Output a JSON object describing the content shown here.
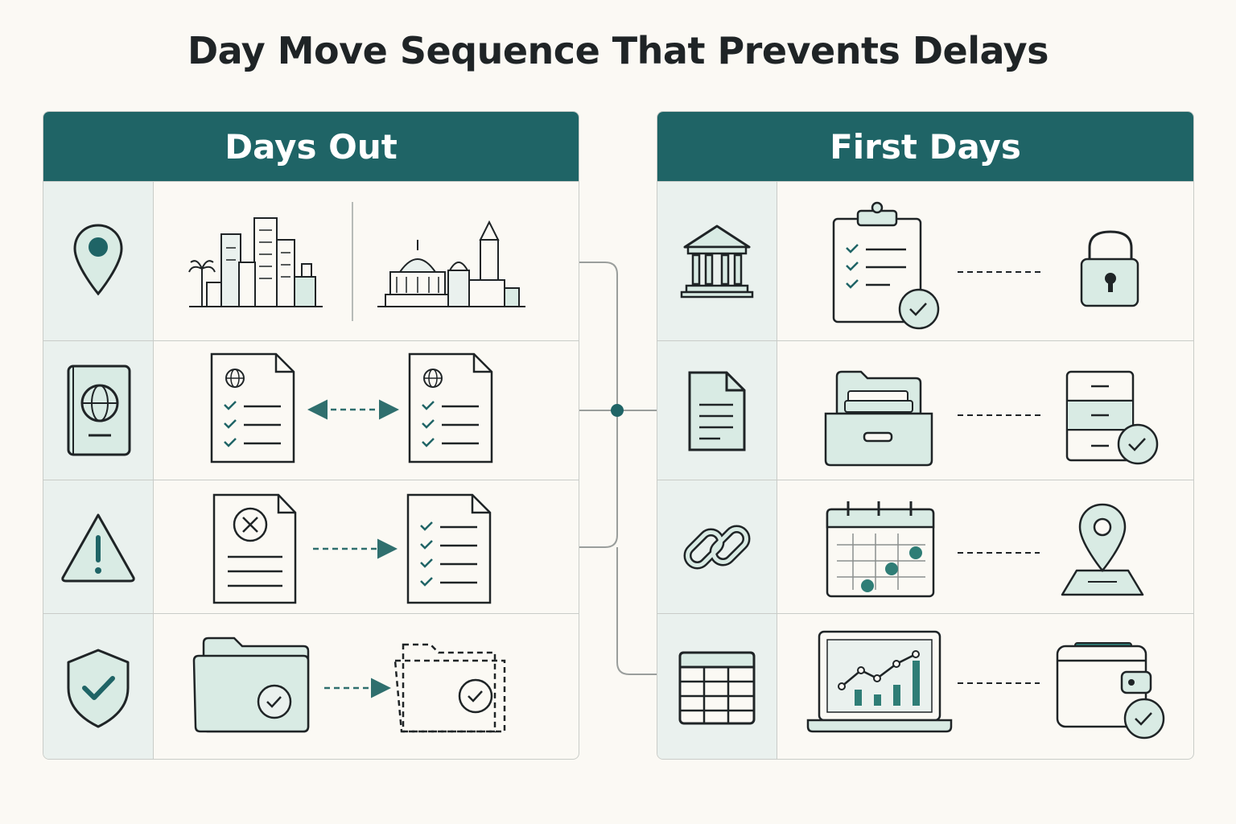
{
  "title": "Day Move Sequence That Prevents Delays",
  "colors": {
    "header": "#1f6466",
    "accent": "#2f6f6e",
    "icon_fill": "#d9ebe4",
    "line": "#1f2426",
    "border": "#c9ccc8",
    "background": "#fbf9f4"
  },
  "left_panel": {
    "header": "Days Out",
    "rows": [
      {
        "icon": "location-pin-icon",
        "items": [
          "city-skyline-icon",
          "capitol-skyline-icon"
        ]
      },
      {
        "icon": "passport-icon",
        "items": [
          "globe-checklist-document-icon",
          "bidirectional-dashed-arrow-icon",
          "globe-checklist-document-icon"
        ]
      },
      {
        "icon": "warning-triangle-icon",
        "items": [
          "rejected-document-icon",
          "dashed-arrow-icon",
          "checklist-document-icon"
        ]
      },
      {
        "icon": "shield-check-icon",
        "items": [
          "folder-check-icon",
          "dashed-arrow-icon",
          "dashed-folder-check-icon"
        ]
      }
    ]
  },
  "right_panel": {
    "header": "First Days",
    "rows": [
      {
        "icon": "bank-icon",
        "items": [
          "clipboard-checklist-icon",
          "dashed-line",
          "padlock-icon"
        ]
      },
      {
        "icon": "document-icon",
        "items": [
          "file-drawer-icon",
          "dashed-line",
          "cabinet-check-icon"
        ]
      },
      {
        "icon": "chain-link-icon",
        "items": [
          "calendar-icon",
          "dashed-line",
          "map-pin-icon"
        ]
      },
      {
        "icon": "spreadsheet-icon",
        "items": [
          "laptop-chart-icon",
          "dashed-line",
          "wallet-check-icon"
        ]
      }
    ]
  }
}
